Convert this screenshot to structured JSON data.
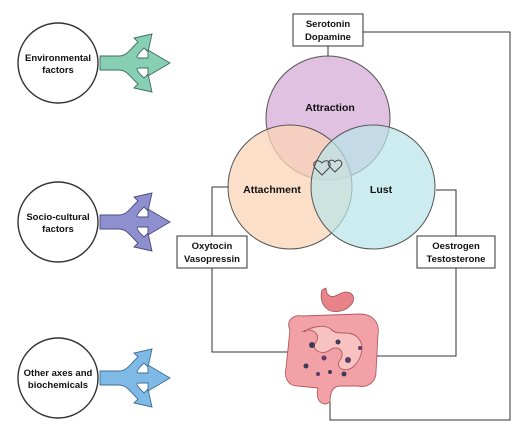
{
  "factors": [
    {
      "line1": "Environmental",
      "line2": "factors",
      "arrow_color": "#86cfb3"
    },
    {
      "line1": "Socio-cultural",
      "line2": "factors",
      "arrow_color": "#8d8fcf"
    },
    {
      "line1": "Other axes and",
      "line2": "biochemicals",
      "arrow_color": "#7fb9e6"
    }
  ],
  "venn": {
    "attraction": {
      "label": "Attraction",
      "color": "#dcb6dc"
    },
    "attachment": {
      "label": "Attachment",
      "color": "#fbd4b6"
    },
    "lust": {
      "label": "Lust",
      "color": "#b8e4e8"
    }
  },
  "hormone_boxes": {
    "serotonin": {
      "line1": "Serotonin",
      "line2": "Dopamine"
    },
    "oxytocin": {
      "line1": "Oxytocin",
      "line2": "Vasopressin"
    },
    "oestrogen": {
      "line1": "Oestrogen",
      "line2": "Testosterone"
    }
  },
  "icons": [
    "hearts-icon",
    "gut-icon",
    "trident-arrow-icon"
  ]
}
